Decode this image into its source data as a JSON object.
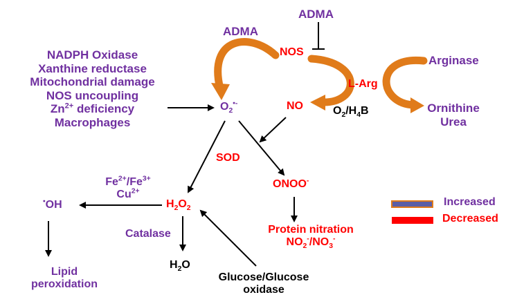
{
  "colors": {
    "purple": "#7030a0",
    "red": "#ff0000",
    "orange": "#e07b1a",
    "black": "#000000",
    "increased_swatch_fill": "#5b5ea6",
    "increased_swatch_border": "#e07b1a",
    "decreased_swatch": "#ff0000"
  },
  "sources": {
    "line1": "NADPH Oxidase",
    "line2": "Xanthine reductase",
    "line3": "Mitochondrial damage",
    "line4": "NOS uncoupling",
    "line5_base": "Zn",
    "line5_sup": "2+",
    "line5_tail": " deficiency",
    "line6": "Macrophages"
  },
  "nodes": {
    "adma_top": "ADMA",
    "adma_left": "ADMA",
    "nos": "NOS",
    "l_arg": "L-Arg",
    "arginase": "Arginase",
    "ornithine": "Ornithine",
    "urea": "Urea",
    "no": "NO",
    "cofactor_o": "O",
    "cofactor_o_sub": "2",
    "cofactor_h": "/H",
    "cofactor_h_sub": "4",
    "cofactor_b": "B",
    "superoxide_base": "O",
    "superoxide_sub": "2",
    "superoxide_sup": "•-",
    "sod": "SOD",
    "peroxynitrite_base": "ONOO",
    "peroxynitrite_sup": "-",
    "metals_fe": "Fe",
    "metals_fe_sup1": "2+",
    "metals_slash": "/Fe",
    "metals_fe_sup2": "3+",
    "metals_cu": "Cu",
    "metals_cu_sup": "2+",
    "hydroxyl_dot": "•",
    "hydroxyl": "OH",
    "h2o2_h": "H",
    "h2o2_sub1": "2",
    "h2o2_o": "O",
    "h2o2_sub2": "2",
    "catalase": "Catalase",
    "water_h": "H",
    "water_sub": "2",
    "water_o": "O",
    "protein_nitration": "Protein nitration",
    "nox_no": "NO",
    "nox_sub1": "2",
    "nox_sup1": "-",
    "nox_slash": "/NO",
    "nox_sub2": "3",
    "nox_sup2": "-",
    "lipid": "Lipid",
    "peroxidation": "peroxidation",
    "glucose_line1": "Glucose/Glucose",
    "glucose_line2": "oxidase"
  },
  "legend": {
    "increased": "Increased",
    "decreased": "Decreased"
  }
}
